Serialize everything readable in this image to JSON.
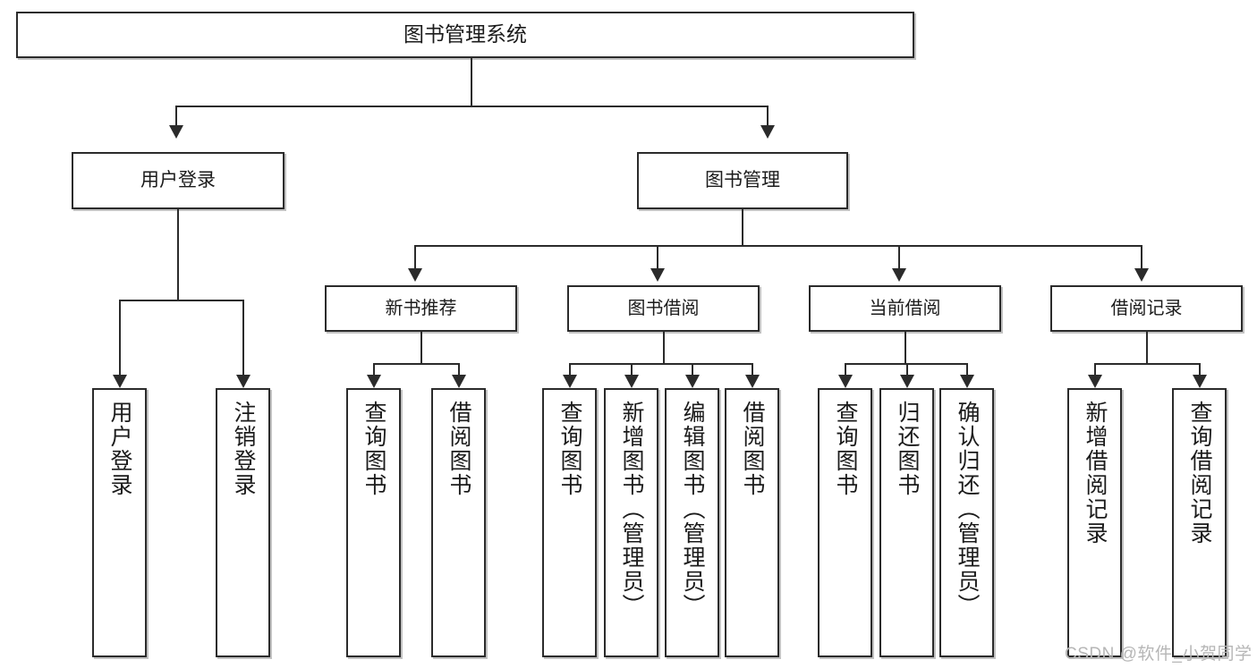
{
  "diagram": {
    "type": "tree-hierarchy-chart",
    "root": {
      "label": "图书管理系统"
    },
    "level1": [
      {
        "label": "用户登录"
      },
      {
        "label": "图书管理"
      }
    ],
    "level2": [
      {
        "label": "新书推荐"
      },
      {
        "label": "图书借阅"
      },
      {
        "label": "当前借阅"
      },
      {
        "label": "借阅记录"
      }
    ],
    "leaves": {
      "user_login": [
        {
          "label": "用户登录"
        },
        {
          "label": "注销登录"
        }
      ],
      "new_book_recommend": [
        {
          "label": "查询图书"
        },
        {
          "label": "借阅图书"
        }
      ],
      "book_borrow": [
        {
          "label": "查询图书"
        },
        {
          "label": "新增图书（管理员）"
        },
        {
          "label": "编辑图书（管理员）"
        },
        {
          "label": "借阅图书"
        }
      ],
      "current_borrow": [
        {
          "label": "查询图书"
        },
        {
          "label": "归还图书"
        },
        {
          "label": "确认归还（管理员）"
        }
      ],
      "borrow_record": [
        {
          "label": "新增借阅记录"
        },
        {
          "label": "查询借阅记录"
        }
      ]
    }
  },
  "watermark": {
    "text": "CSDN @软件_小贺同学"
  },
  "colors": {
    "stroke": "#2b2b2b",
    "background": "#ffffff",
    "watermark": "#b6b6b6"
  }
}
